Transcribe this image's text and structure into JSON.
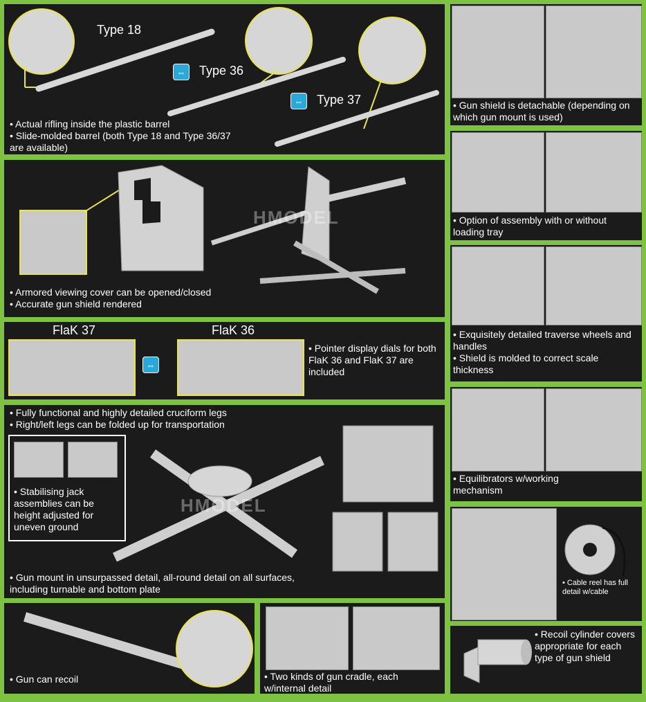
{
  "watermark": "HMODEL",
  "panels": {
    "barrels": {
      "labels": [
        "Type 18",
        "Type 36",
        "Type 37"
      ],
      "bullets": [
        "Actual rifling inside the plastic barrel",
        "Slide-molded barrel (both Type 18 and Type 36/37 are available)"
      ]
    },
    "shield_detach": {
      "bullets": [
        "Gun shield is detachable (depending on which gun mount is used)"
      ]
    },
    "shield": {
      "bullets": [
        "Armored viewing cover can be opened/closed",
        "Accurate gun shield rendered"
      ]
    },
    "loading_tray": {
      "bullets": [
        "Option of assembly with or without loading tray"
      ]
    },
    "traverse": {
      "bullets": [
        "Exquisitely detailed traverse wheels and handles",
        "Shield is molded to correct scale thickness"
      ]
    },
    "dials": {
      "labels": [
        "FlaK 37",
        "FlaK 36"
      ],
      "bullets": [
        "Pointer display dials for both FlaK 36 and FlaK 37 are included"
      ]
    },
    "legs": {
      "bullets": [
        "Fully functional and highly detailed cruciform legs",
        "Right/left legs can be folded up for transportation"
      ],
      "jack": "Stabilising jack assemblies can be height adjusted for uneven ground",
      "mount": "Gun mount in unsurpassed detail, all-round detail on all surfaces, including turnable and bottom plate"
    },
    "equilibrators": {
      "bullets": [
        "Equilibrators w/working mechanism"
      ]
    },
    "cable": {
      "bullets": [
        "Cable reel has full detail w/cable"
      ]
    },
    "recoil": {
      "bullets": [
        "Gun can recoil"
      ]
    },
    "cradle": {
      "bullets": [
        "Two kinds of gun cradle, each w/internal detail"
      ]
    },
    "recoil_cyl": {
      "bullets": [
        "Recoil cylinder covers appropriate for each type of gun shield"
      ]
    }
  }
}
